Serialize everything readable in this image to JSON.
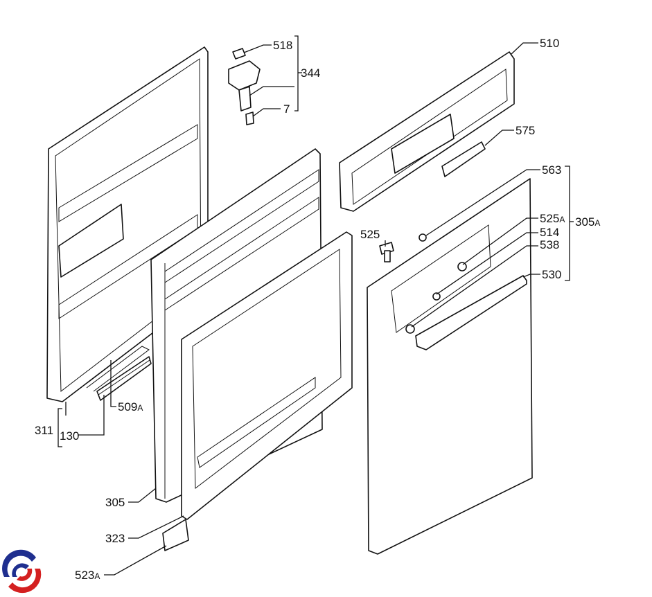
{
  "title": "Dishwasher door exploded parts diagram",
  "labels": {
    "p518": "518",
    "p344": "344",
    "p7": "7",
    "p510": "510",
    "p575": "575",
    "p563": "563",
    "p525A": "525",
    "p525A_suffix": "A",
    "p305A": "305",
    "p305A_suffix": "A",
    "p525": "525",
    "p514": "514",
    "p538": "538",
    "p530": "530",
    "p509A": "509",
    "p509A_suffix": "A",
    "p311": "311",
    "p130": "130",
    "p305": "305",
    "p323": "323",
    "p523A": "523",
    "p523A_suffix": "A"
  },
  "logo": {
    "colors": {
      "blue": "#1f2f8f",
      "red": "#d42020"
    }
  }
}
